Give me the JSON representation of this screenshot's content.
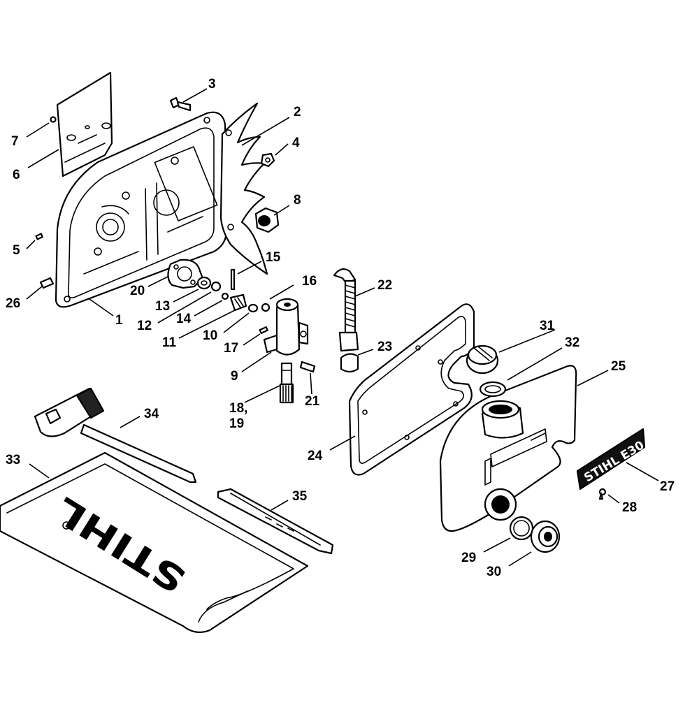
{
  "callouts": {
    "c1": "1",
    "c2": "2",
    "c3": "3",
    "c4": "4",
    "c5": "5",
    "c6": "6",
    "c7": "7",
    "c8": "8",
    "c9": "9",
    "c10": "10",
    "c11": "11",
    "c12": "12",
    "c13": "13",
    "c14": "14",
    "c15": "15",
    "c16": "16",
    "c17": "17",
    "c18": "18,",
    "c19": "19",
    "c20": "20",
    "c21": "21",
    "c22": "22",
    "c23": "23",
    "c24": "24",
    "c25": "25",
    "c26": "26",
    "c27": "27",
    "c28": "28",
    "c29": "29",
    "c30": "30",
    "c31": "31",
    "c32": "32",
    "c33": "33",
    "c34": "34",
    "c35": "35"
  },
  "labels": {
    "scabbard_logo": "STIHL",
    "nameplate": "STIHL E30"
  }
}
